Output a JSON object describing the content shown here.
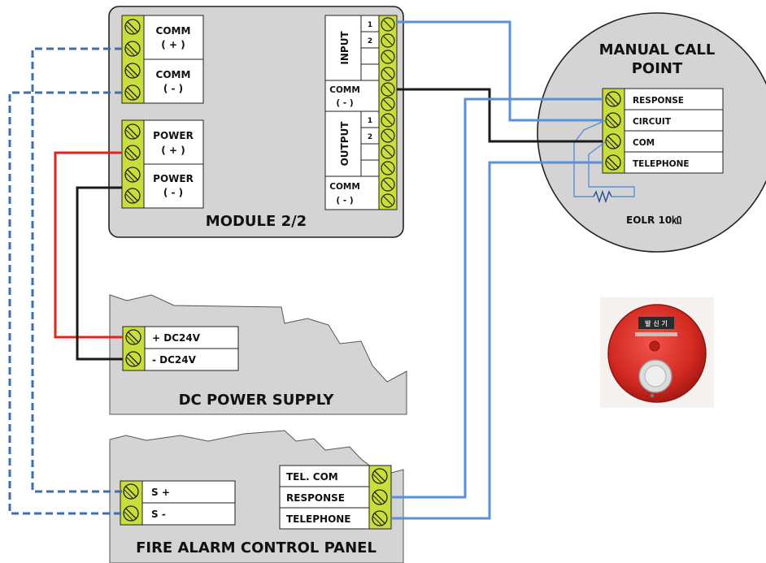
{
  "module": {
    "title": "MODULE 2/2",
    "comm_plus": [
      "COMM",
      "( + )"
    ],
    "comm_minus": [
      "COMM",
      "( - )"
    ],
    "power_plus": [
      "POWER",
      "( + )"
    ],
    "power_minus": [
      "POWER",
      "( - )"
    ],
    "input_label": "INPUT",
    "output_label": "OUTPUT",
    "input_pins": [
      "1",
      "2"
    ],
    "output_pins": [
      "1",
      "2"
    ],
    "comm_right_1": [
      "COMM",
      "( - )"
    ],
    "comm_right_2": [
      "COMM",
      "( - )"
    ]
  },
  "call_point": {
    "title": [
      "MANUAL CALL",
      "POINT"
    ],
    "terminals": [
      "RESPONSE",
      "CIRCUIT",
      "COM",
      "TELEPHONE"
    ],
    "eolr": "EOLR  10㏀",
    "photo_label": "발 신 기"
  },
  "power_supply": {
    "title": "DC POWER SUPPLY",
    "terminals": [
      "+ DC24V",
      "-  DC24V"
    ]
  },
  "panel": {
    "title": "FIRE ALARM CONTROL PANEL",
    "left_terminals": [
      "S +",
      "S  -"
    ],
    "right_terminals": [
      "TEL. COM",
      "RESPONSE",
      "TELEPHONE"
    ]
  },
  "colors": {
    "wire_red": "#e8211c",
    "wire_black": "#1a1a1a",
    "wire_blue": "#5b8fd6",
    "wire_dashed": "#3f6eb0",
    "terminal_green": "#c9de3a",
    "box_gray": "#d4d4d4",
    "device_red": "#d42a22"
  }
}
